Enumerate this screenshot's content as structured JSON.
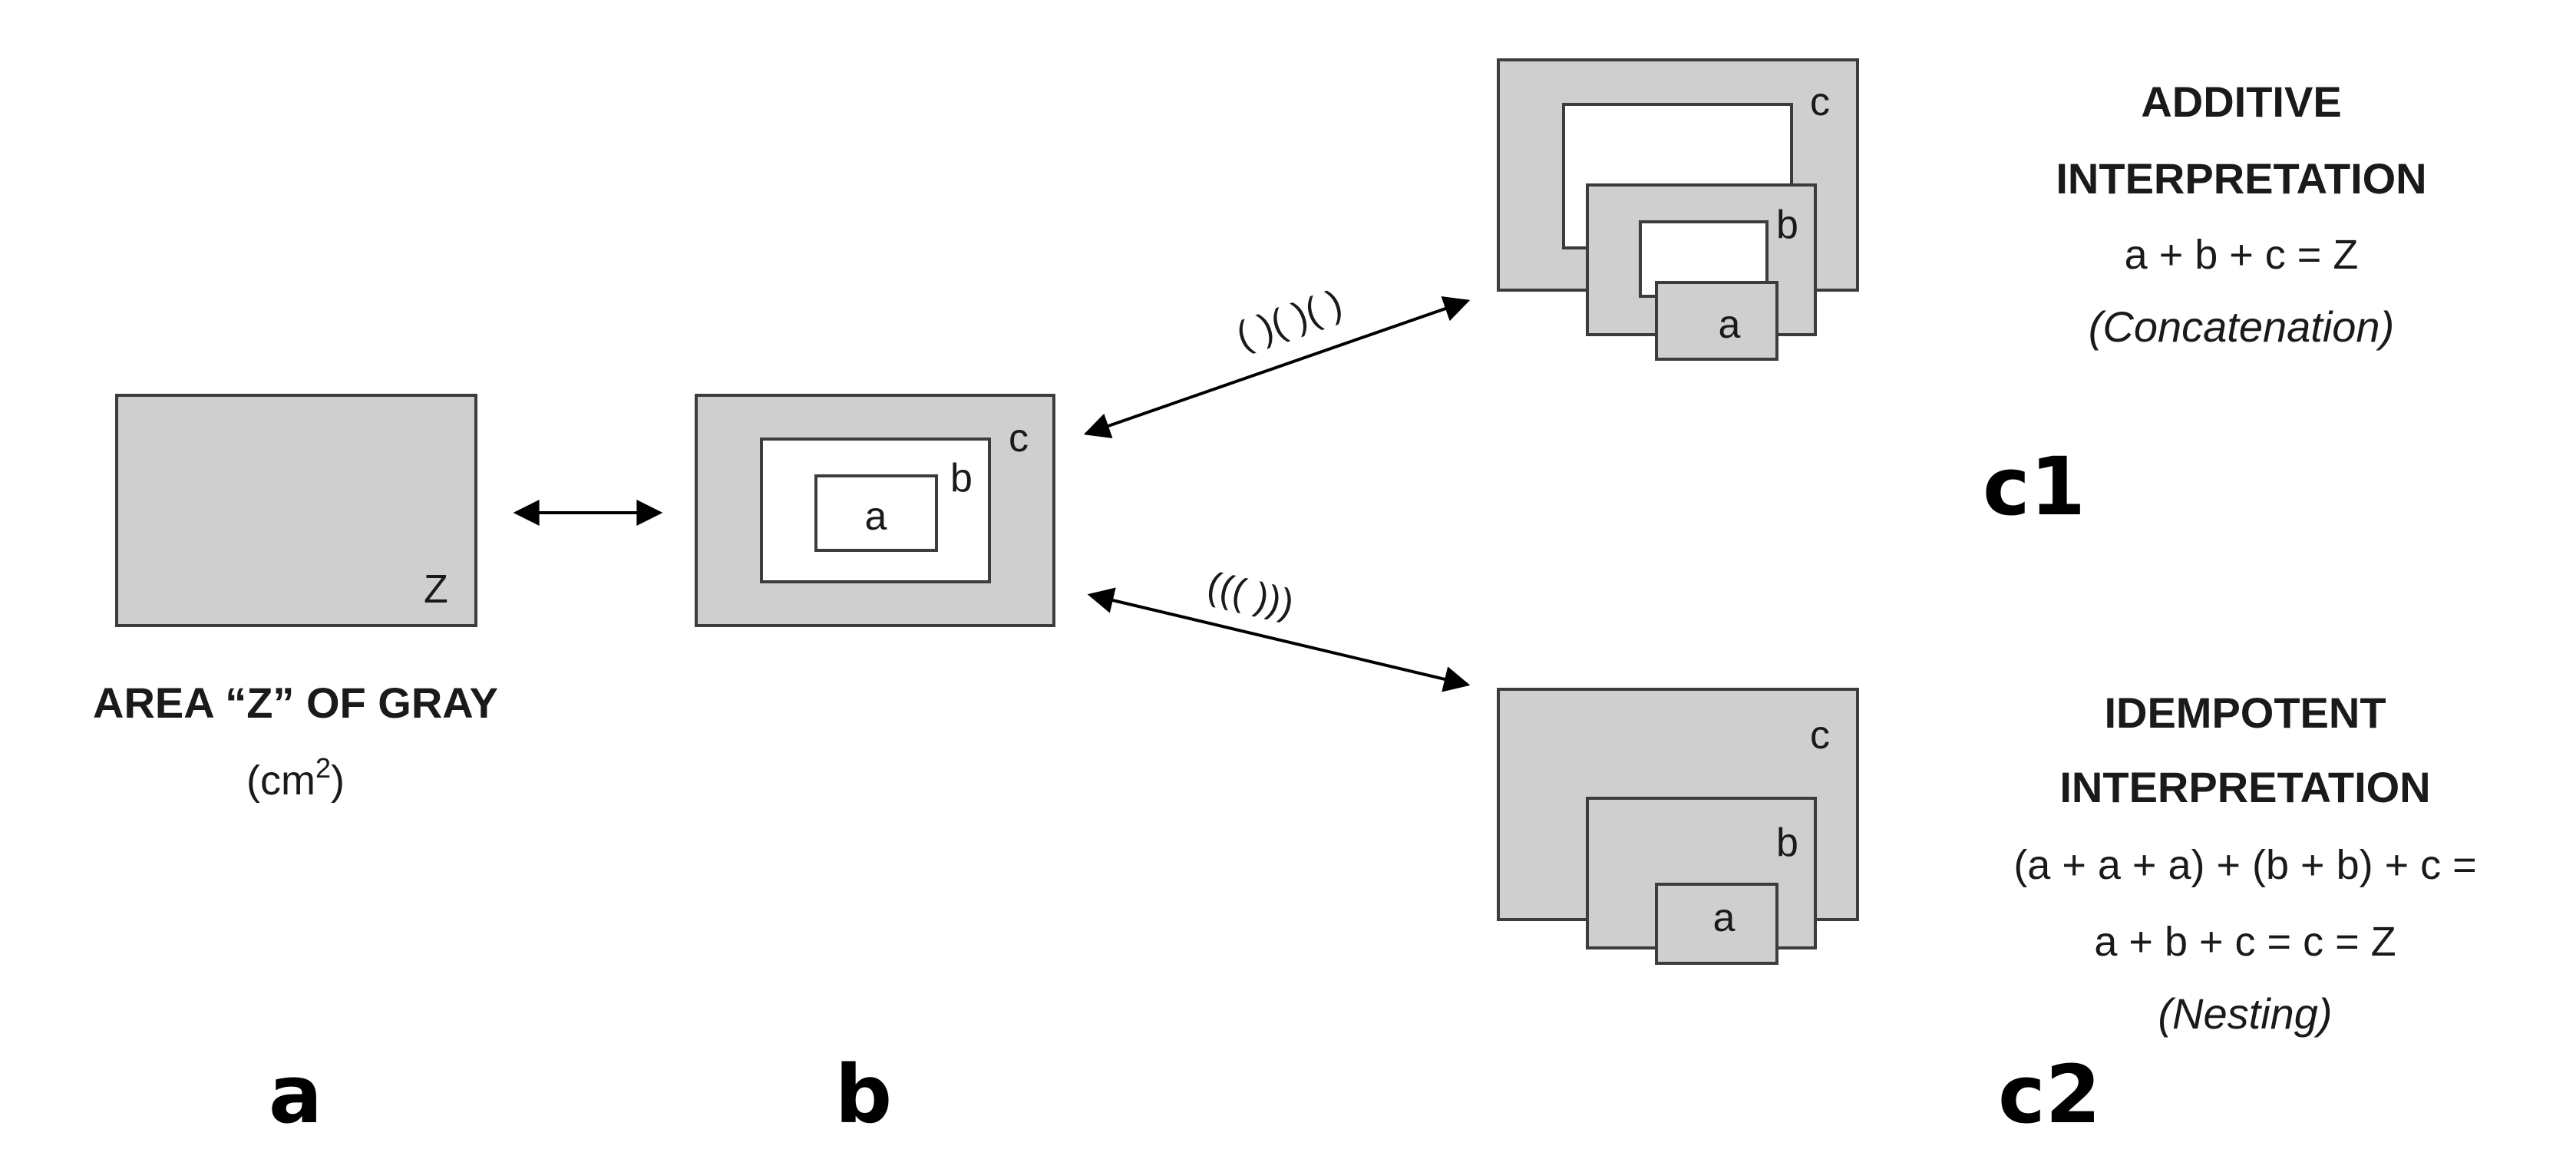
{
  "panel_a": {
    "box_label": "Z",
    "caption": "AREA “Z” OF GRAY",
    "unit_prefix": "(cm",
    "unit_exp": "2",
    "unit_suffix": ")",
    "panel_letter": "a"
  },
  "panel_b": {
    "label_c": "c",
    "label_b": "b",
    "label_a": "a",
    "panel_letter": "b"
  },
  "arrows": {
    "concat_parens": "( )( )( )",
    "nest_parens": "((( )))"
  },
  "panel_c1": {
    "label_c": "c",
    "label_b": "b",
    "label_a": "a",
    "title_line1": "ADDITIVE",
    "title_line2": "INTERPRETATION",
    "formula": "a + b + c = Z",
    "subtitle": "(Concatenation)",
    "panel_letter": "c1"
  },
  "panel_c2": {
    "label_c": "c",
    "label_b": "b",
    "label_a": "a",
    "title_line1": "IDEMPOTENT",
    "title_line2": "INTERPRETATION",
    "formula_line1": "(a + a + a) + (b + b) + c =",
    "formula_line2": "a + b + c = c = Z",
    "subtitle": "(Nesting)",
    "panel_letter": "c2"
  }
}
